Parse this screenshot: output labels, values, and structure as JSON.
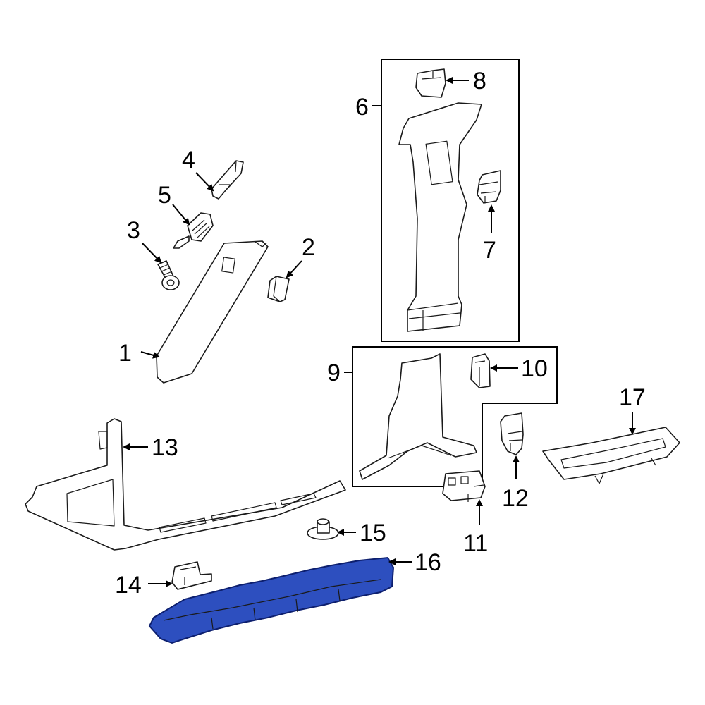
{
  "diagram": {
    "highlight_color": "#2d4fbf",
    "highlight_stroke": "#0d1f6e",
    "callouts": [
      {
        "id": "1",
        "label": "1"
      },
      {
        "id": "2",
        "label": "2"
      },
      {
        "id": "3",
        "label": "3"
      },
      {
        "id": "4",
        "label": "4"
      },
      {
        "id": "5",
        "label": "5"
      },
      {
        "id": "6",
        "label": "6"
      },
      {
        "id": "7",
        "label": "7"
      },
      {
        "id": "8",
        "label": "8"
      },
      {
        "id": "9",
        "label": "9"
      },
      {
        "id": "10",
        "label": "10"
      },
      {
        "id": "11",
        "label": "11"
      },
      {
        "id": "12",
        "label": "12"
      },
      {
        "id": "13",
        "label": "13"
      },
      {
        "id": "14",
        "label": "14"
      },
      {
        "id": "15",
        "label": "15"
      },
      {
        "id": "16",
        "label": "16"
      },
      {
        "id": "17",
        "label": "17"
      }
    ],
    "highlighted_part": "16"
  }
}
